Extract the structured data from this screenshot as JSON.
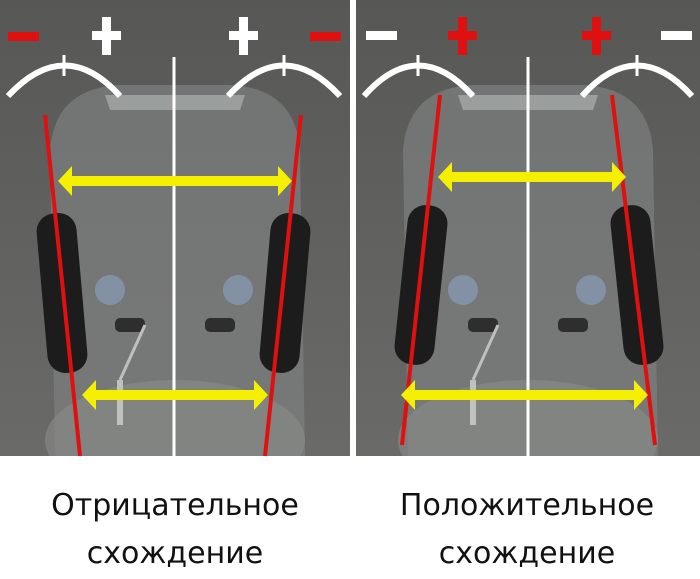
{
  "panels": [
    {
      "name": "negative-toe",
      "signs": [
        "−",
        "+",
        "+",
        "−"
      ],
      "caption_line1": "Отрицательное",
      "caption_line2": "схождение"
    },
    {
      "name": "positive-toe",
      "signs": [
        "−",
        "+",
        "+",
        "−"
      ],
      "caption_line1": "Положительное",
      "caption_line2": "схождение"
    }
  ],
  "colors": {
    "background": "#5a5a58",
    "toe_line": "#e01010",
    "arrow": "#f5f000",
    "marks": "#ffffff"
  }
}
